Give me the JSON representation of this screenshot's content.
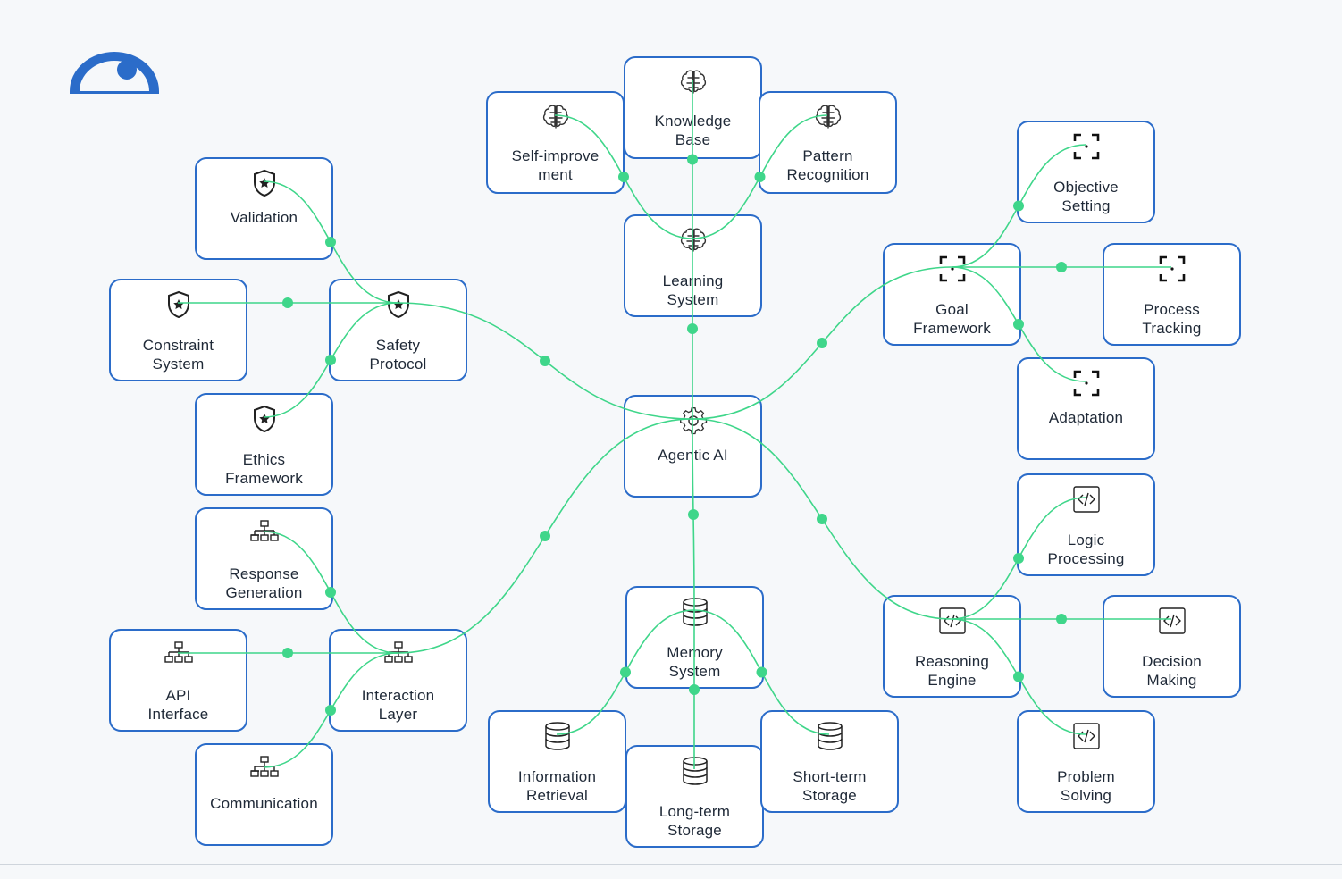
{
  "colors": {
    "node_border": "#2b6cc9",
    "connector": "#3fd68a",
    "logo": "#2b6cc9",
    "background": "#f6f8fa"
  },
  "diagram": {
    "center": {
      "id": "agentic",
      "label": "Agentic AI",
      "icon": "gear-icon"
    },
    "nodes": [
      {
        "id": "agentic",
        "label": "Agentic AI",
        "icon": "gear-icon"
      },
      {
        "id": "learning",
        "label": "Learning\nSystem",
        "icon": "brain-icon"
      },
      {
        "id": "knowledge",
        "label": "Knowledge\nBase",
        "icon": "brain-icon"
      },
      {
        "id": "selfimprove",
        "label": "Self-improve\nment",
        "icon": "brain-icon"
      },
      {
        "id": "pattern",
        "label": "Pattern\nRecognition",
        "icon": "brain-icon"
      },
      {
        "id": "goal",
        "label": "Goal\nFramework",
        "icon": "focus-icon"
      },
      {
        "id": "objective",
        "label": "Objective\nSetting",
        "icon": "focus-icon"
      },
      {
        "id": "process",
        "label": "Process\nTracking",
        "icon": "focus-icon"
      },
      {
        "id": "adaptation",
        "label": "Adaptation",
        "icon": "focus-icon"
      },
      {
        "id": "reasoning",
        "label": "Reasoning\nEngine",
        "icon": "code-icon"
      },
      {
        "id": "logic",
        "label": "Logic\nProcessing",
        "icon": "code-icon"
      },
      {
        "id": "decision",
        "label": "Decision\nMaking",
        "icon": "code-icon"
      },
      {
        "id": "problem",
        "label": "Problem\nSolving",
        "icon": "code-icon"
      },
      {
        "id": "memory",
        "label": "Memory\nSystem",
        "icon": "database-icon"
      },
      {
        "id": "info",
        "label": "Information\nRetrieval",
        "icon": "database-icon"
      },
      {
        "id": "longterm",
        "label": "Long-term\nStorage",
        "icon": "database-icon"
      },
      {
        "id": "shortterm",
        "label": "Short-term\nStorage",
        "icon": "database-icon"
      },
      {
        "id": "interaction",
        "label": "Interaction\nLayer",
        "icon": "network-icon"
      },
      {
        "id": "response",
        "label": "Response\nGeneration",
        "icon": "network-icon"
      },
      {
        "id": "api",
        "label": "API\nInterface",
        "icon": "network-icon"
      },
      {
        "id": "communication",
        "label": "Communication",
        "icon": "network-icon"
      },
      {
        "id": "safety",
        "label": "Safety\nProtocol",
        "icon": "shield-icon"
      },
      {
        "id": "validation",
        "label": "Validation",
        "icon": "shield-icon"
      },
      {
        "id": "constraint",
        "label": "Constraint\nSystem",
        "icon": "shield-icon"
      },
      {
        "id": "ethics",
        "label": "Ethics\nFramework",
        "icon": "shield-icon"
      }
    ],
    "edges": [
      [
        "agentic",
        "learning"
      ],
      [
        "agentic",
        "goal"
      ],
      [
        "agentic",
        "reasoning"
      ],
      [
        "agentic",
        "memory"
      ],
      [
        "agentic",
        "interaction"
      ],
      [
        "agentic",
        "safety"
      ],
      [
        "learning",
        "knowledge"
      ],
      [
        "learning",
        "selfimprove"
      ],
      [
        "learning",
        "pattern"
      ],
      [
        "goal",
        "objective"
      ],
      [
        "goal",
        "process"
      ],
      [
        "goal",
        "adaptation"
      ],
      [
        "reasoning",
        "logic"
      ],
      [
        "reasoning",
        "decision"
      ],
      [
        "reasoning",
        "problem"
      ],
      [
        "memory",
        "info"
      ],
      [
        "memory",
        "longterm"
      ],
      [
        "memory",
        "shortterm"
      ],
      [
        "interaction",
        "response"
      ],
      [
        "interaction",
        "api"
      ],
      [
        "interaction",
        "communication"
      ],
      [
        "safety",
        "validation"
      ],
      [
        "safety",
        "constraint"
      ],
      [
        "safety",
        "ethics"
      ]
    ]
  }
}
